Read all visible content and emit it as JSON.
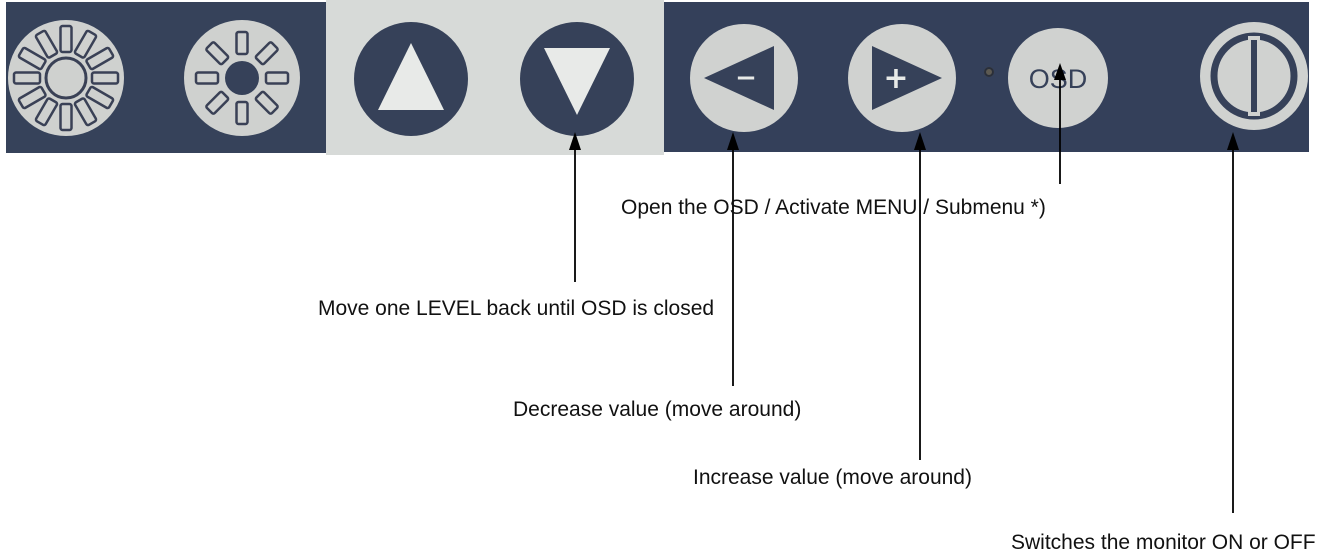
{
  "panel": {
    "colors": {
      "dark_blue": "#36425a",
      "silver": "#d7dad8",
      "button_face": "#d0d2d0",
      "button_dark": "#364159"
    },
    "buttons": [
      {
        "name": "brightness-button",
        "icon": "sun-icon-large-rays"
      },
      {
        "name": "contrast-button",
        "icon": "sun-icon-small-center"
      },
      {
        "name": "up-button",
        "icon": "triangle-up-icon"
      },
      {
        "name": "down-button",
        "icon": "triangle-down-icon"
      },
      {
        "name": "minus-button",
        "icon": "triangle-left-minus-icon",
        "glyph": "−"
      },
      {
        "name": "plus-button",
        "icon": "triangle-right-plus-icon",
        "glyph": "+"
      },
      {
        "name": "osd-button",
        "icon": "osd-icon",
        "text": "OSD"
      },
      {
        "name": "power-button",
        "icon": "power-icon"
      }
    ]
  },
  "callouts": [
    {
      "target": "osd-button",
      "text": "Open the OSD / Activate MENU / Submenu *)"
    },
    {
      "target": "down-button",
      "text": "Move one LEVEL back until OSD is closed"
    },
    {
      "target": "minus-button",
      "text": "Decrease value (move around)"
    },
    {
      "target": "plus-button",
      "text": "Increase value (move around)"
    },
    {
      "target": "power-button",
      "text": "Switches the monitor ON or OFF"
    }
  ]
}
